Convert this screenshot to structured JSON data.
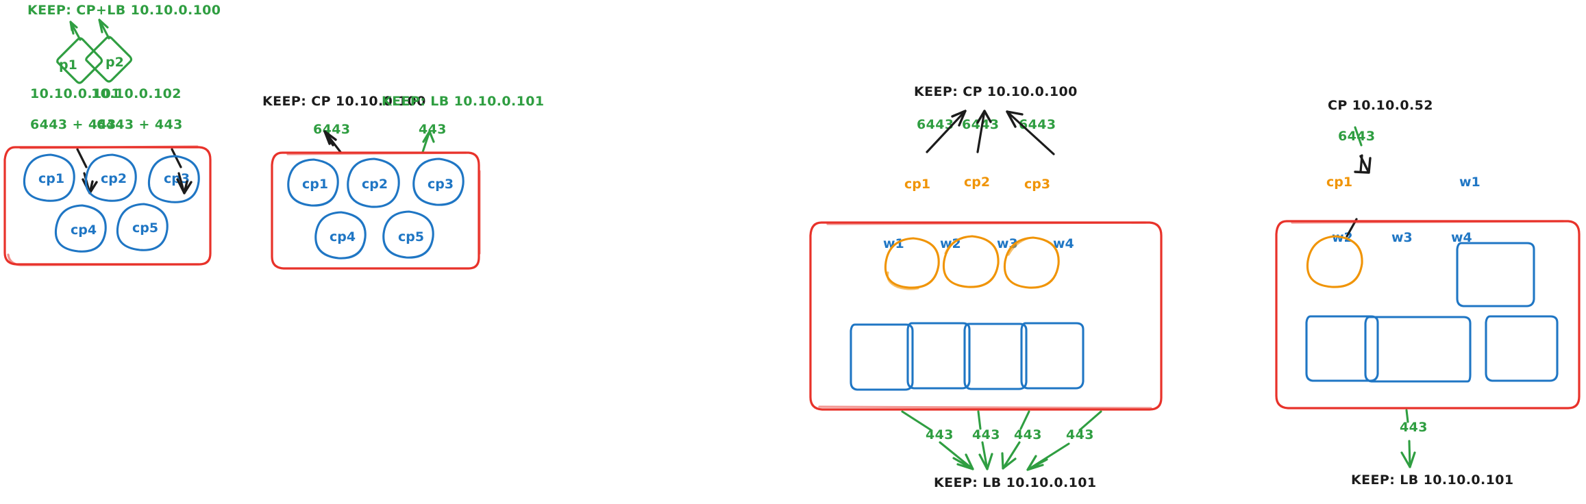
{
  "diagram": {
    "title_text": "",
    "colors": {
      "green": "#2f9e41",
      "black": "#1c1c1c",
      "blue": "#1f76c4",
      "orange": "#f09406",
      "red": "#e8322a",
      "background": "#ffffff"
    }
  },
  "panels": [
    {
      "id": "panel-1",
      "top_label": "KEEP: CP+LB 10.10.0.100",
      "top_label_color": "green",
      "proxies": [
        {
          "name": "p1",
          "ip": "10.10.0.101",
          "ports": "6443 + 443"
        },
        {
          "name": "p2",
          "ip": "10.10.0.102",
          "ports": "6443 + 443"
        }
      ],
      "nodes_circles": [
        "cp1",
        "cp2",
        "cp3",
        "cp4",
        "cp5"
      ],
      "nodes_color": "blue",
      "nodes_squares": []
    },
    {
      "id": "panel-2",
      "top_labels": [
        {
          "text": "KEEP: CP 10.10.0.100",
          "color": "black",
          "port": "6443",
          "port_color": "green"
        },
        {
          "text": "KEEP: LB 10.10.0.101",
          "color": "green",
          "port": "443",
          "port_color": "green"
        }
      ],
      "nodes_circles": [
        "cp1",
        "cp2",
        "cp3",
        "cp4",
        "cp5"
      ],
      "nodes_color": "blue",
      "nodes_squares": []
    },
    {
      "id": "panel-3",
      "top_label": "KEEP: CP 10.10.0.100",
      "top_label_color": "black",
      "top_ports": [
        "6443",
        "6443",
        "6443"
      ],
      "nodes_circles": [
        "cp1",
        "cp2",
        "cp3"
      ],
      "circles_color": "orange",
      "nodes_squares": [
        "w1",
        "w2",
        "w3",
        "w4"
      ],
      "squares_color": "blue",
      "bottom_ports": [
        "443",
        "443",
        "443",
        "443"
      ],
      "bottom_label": "KEEP: LB 10.10.0.101",
      "bottom_label_color": "black"
    },
    {
      "id": "panel-4",
      "top_label": "CP 10.10.0.52",
      "top_label_color": "black",
      "top_ports": [
        "6443"
      ],
      "nodes_circles": [
        "cp1"
      ],
      "circles_color": "orange",
      "nodes_squares": [
        "w1",
        "w2",
        "w3",
        "w4"
      ],
      "squares_color": "blue",
      "bottom_ports": [
        "443"
      ],
      "bottom_label": "KEEP: LB 10.10.0.101",
      "bottom_label_color": "black"
    }
  ]
}
